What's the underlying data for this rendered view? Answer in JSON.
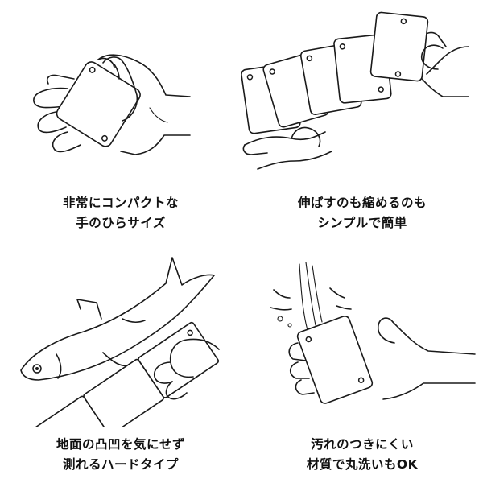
{
  "panels": [
    {
      "id": "compact",
      "caption": [
        "非常にコンパクトな",
        "手のひらサイズ"
      ]
    },
    {
      "id": "folding",
      "caption": [
        "伸ばすのも縮めるのも",
        "シンプルで簡単"
      ]
    },
    {
      "id": "hard",
      "caption": [
        "地面の凸凹を気にせず",
        "測れるハードタイプ"
      ]
    },
    {
      "id": "washable",
      "caption": [
        "汚れのつきにくい",
        "材質で丸洗いもOK"
      ]
    }
  ]
}
